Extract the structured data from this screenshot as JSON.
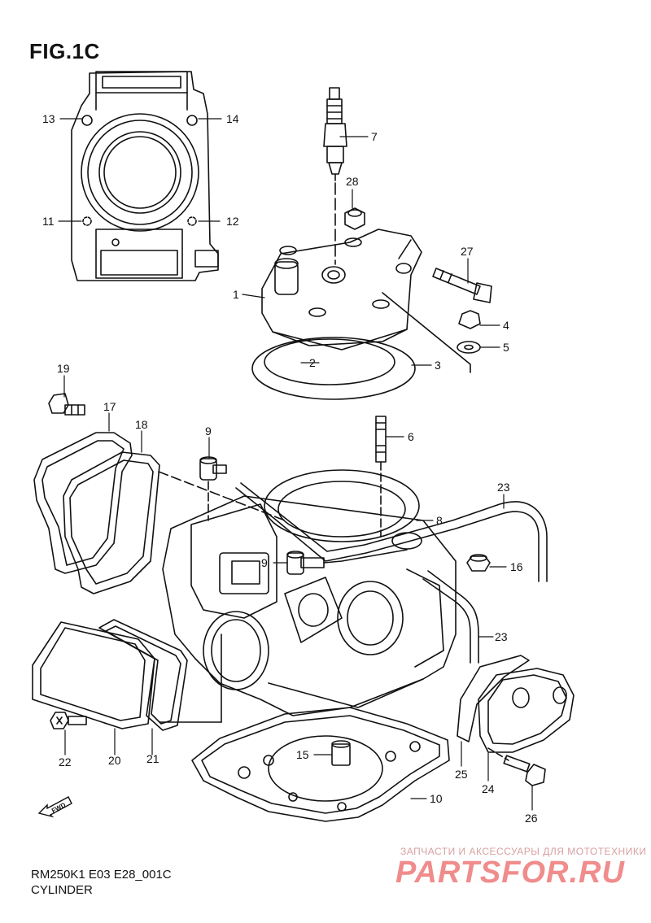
{
  "figure": {
    "title": "FIG.1C",
    "code": "RM250K1 E03 E28_001C",
    "caption": "CYLINDER"
  },
  "fwd_label": "FWD",
  "watermark": {
    "tagline": "ЗАПЧАСТИ И АКСЕССУАРЫ ДЛЯ МОТОТЕХНИКИ",
    "logo": "PARTSFOR.RU"
  },
  "callouts": {
    "c1": "1",
    "c2": "2",
    "c3": "3",
    "c4": "4",
    "c5": "5",
    "c6": "6",
    "c7": "7",
    "c8": "8",
    "c9a": "9",
    "c9b": "9",
    "c10": "10",
    "c11": "11",
    "c12": "12",
    "c13": "13",
    "c14": "14",
    "c15": "15",
    "c16": "16",
    "c17": "17",
    "c18": "18",
    "c19": "19",
    "c20": "20",
    "c21": "21",
    "c22": "22",
    "c23a": "23",
    "c23b": "23",
    "c24": "24",
    "c25": "25",
    "c26": "26",
    "c27": "27",
    "c28": "28"
  },
  "colors": {
    "line": "#111111",
    "watermark": "#f08c8c"
  }
}
